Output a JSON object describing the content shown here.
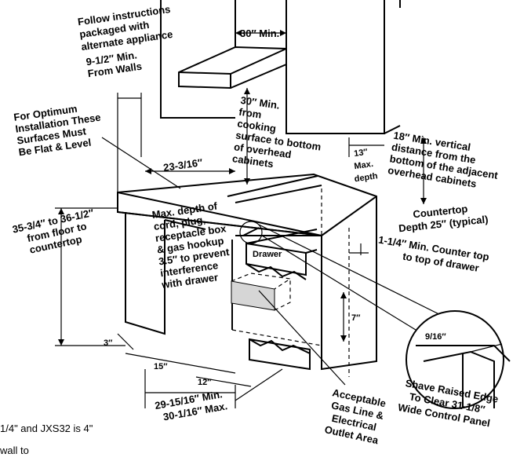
{
  "labels": {
    "follow_line1": "Follow instructions",
    "follow_line2": "packaged with",
    "follow_line3": "alternate appliance",
    "min30": "30″ Min.",
    "walls_line1": "9-1/2″ Min.",
    "walls_line2": "From Walls",
    "optimum_line1": "For Optimum",
    "optimum_line2": "Installation These",
    "optimum_line3": "Surfaces Must",
    "optimum_line4": "Be Flat & Level",
    "cook_line1": "30″ Min.",
    "cook_line2": "from",
    "cook_line3": "cooking",
    "cook_line4": "surface to bottom",
    "cook_line5": "of overhead",
    "cook_line6": "cabinets",
    "d13": "13″",
    "max_label": "Max.",
    "depth_label": "depth",
    "vert_line1": "18″ Min. vertical",
    "vert_line2": "distance from the",
    "vert_line3": "bottom of the adjacent",
    "vert_line4": "overhead cabinets",
    "d23": "23-3/16″",
    "cord_line1": "Max. depth of",
    "cord_line2": "cord, plug,",
    "cord_line3": "receptacle box",
    "cord_line4": "& gas hookup",
    "cord_line5": "3.5″ to prevent",
    "cord_line6": "interference",
    "cord_line7": "with drawer",
    "height_line1": "35-3/4″ to 36-1/2″",
    "height_line2": "from floor to",
    "height_line3": "countertop",
    "countertop_line1": "Countertop",
    "countertop_line2": "Depth 25″ (typical)",
    "drawer_line1": "1-1/4″ Min. Counter top",
    "drawer_line2": "to top of drawer",
    "drawer": "Drawer",
    "d7": "7″",
    "d3": "3″",
    "d15": "15″",
    "d12": "12″",
    "width_line1": "29-15/16″ Min.",
    "width_line2": "30-1/16″ Max.",
    "gas_line1": "Acceptable",
    "gas_line2": "Gas Line &",
    "gas_line3": "Electrical",
    "gas_line4": "Outlet Area",
    "d916": "9/16″",
    "shave_line1": "Shave Raised Edge",
    "shave_line2": "To Clear 31-1/8″",
    "shave_line3": "Wide Control Panel"
  },
  "cutoff_text": {
    "line1": "1/4\" and JXS32 is 4\"",
    "line2": " wall to"
  }
}
